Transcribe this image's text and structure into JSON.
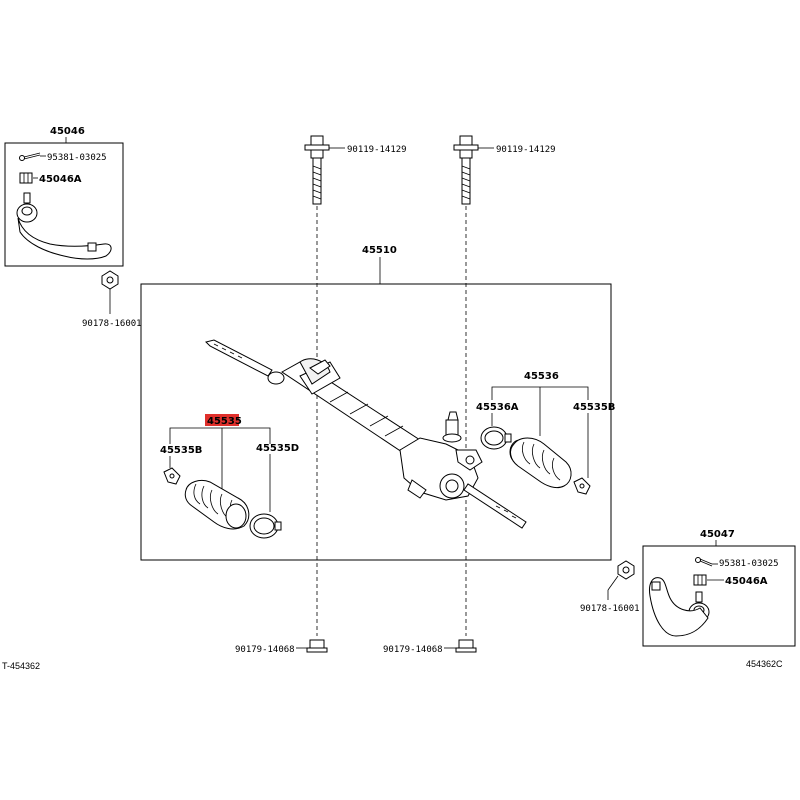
{
  "labels": {
    "tie_rod_end_left": "45046",
    "cotter_pin_left": "95381-03025",
    "nut_left": "45046A",
    "nut_left_lower": "90178-16001",
    "bolt_left_top": "90119-14129",
    "bolt_right_top": "90119-14129",
    "rack_assembly": "45510",
    "boot_kit_left": "45535",
    "clip_left": "45535B",
    "clamp_left": "45535D",
    "boot_kit_right": "45536",
    "clamp_right": "45536A",
    "clip_right": "45535B",
    "tie_rod_end_right": "45047",
    "cotter_pin_right": "95381-03025",
    "nut_right": "45046A",
    "nut_right_lower": "90178-16001",
    "nut_bottom_left": "90179-14068",
    "nut_bottom_right": "90179-14068",
    "ref_left": "T-454362",
    "ref_right": "454362C"
  },
  "colors": {
    "line": "#000000",
    "highlight": "#e0302c",
    "background": "#ffffff"
  }
}
